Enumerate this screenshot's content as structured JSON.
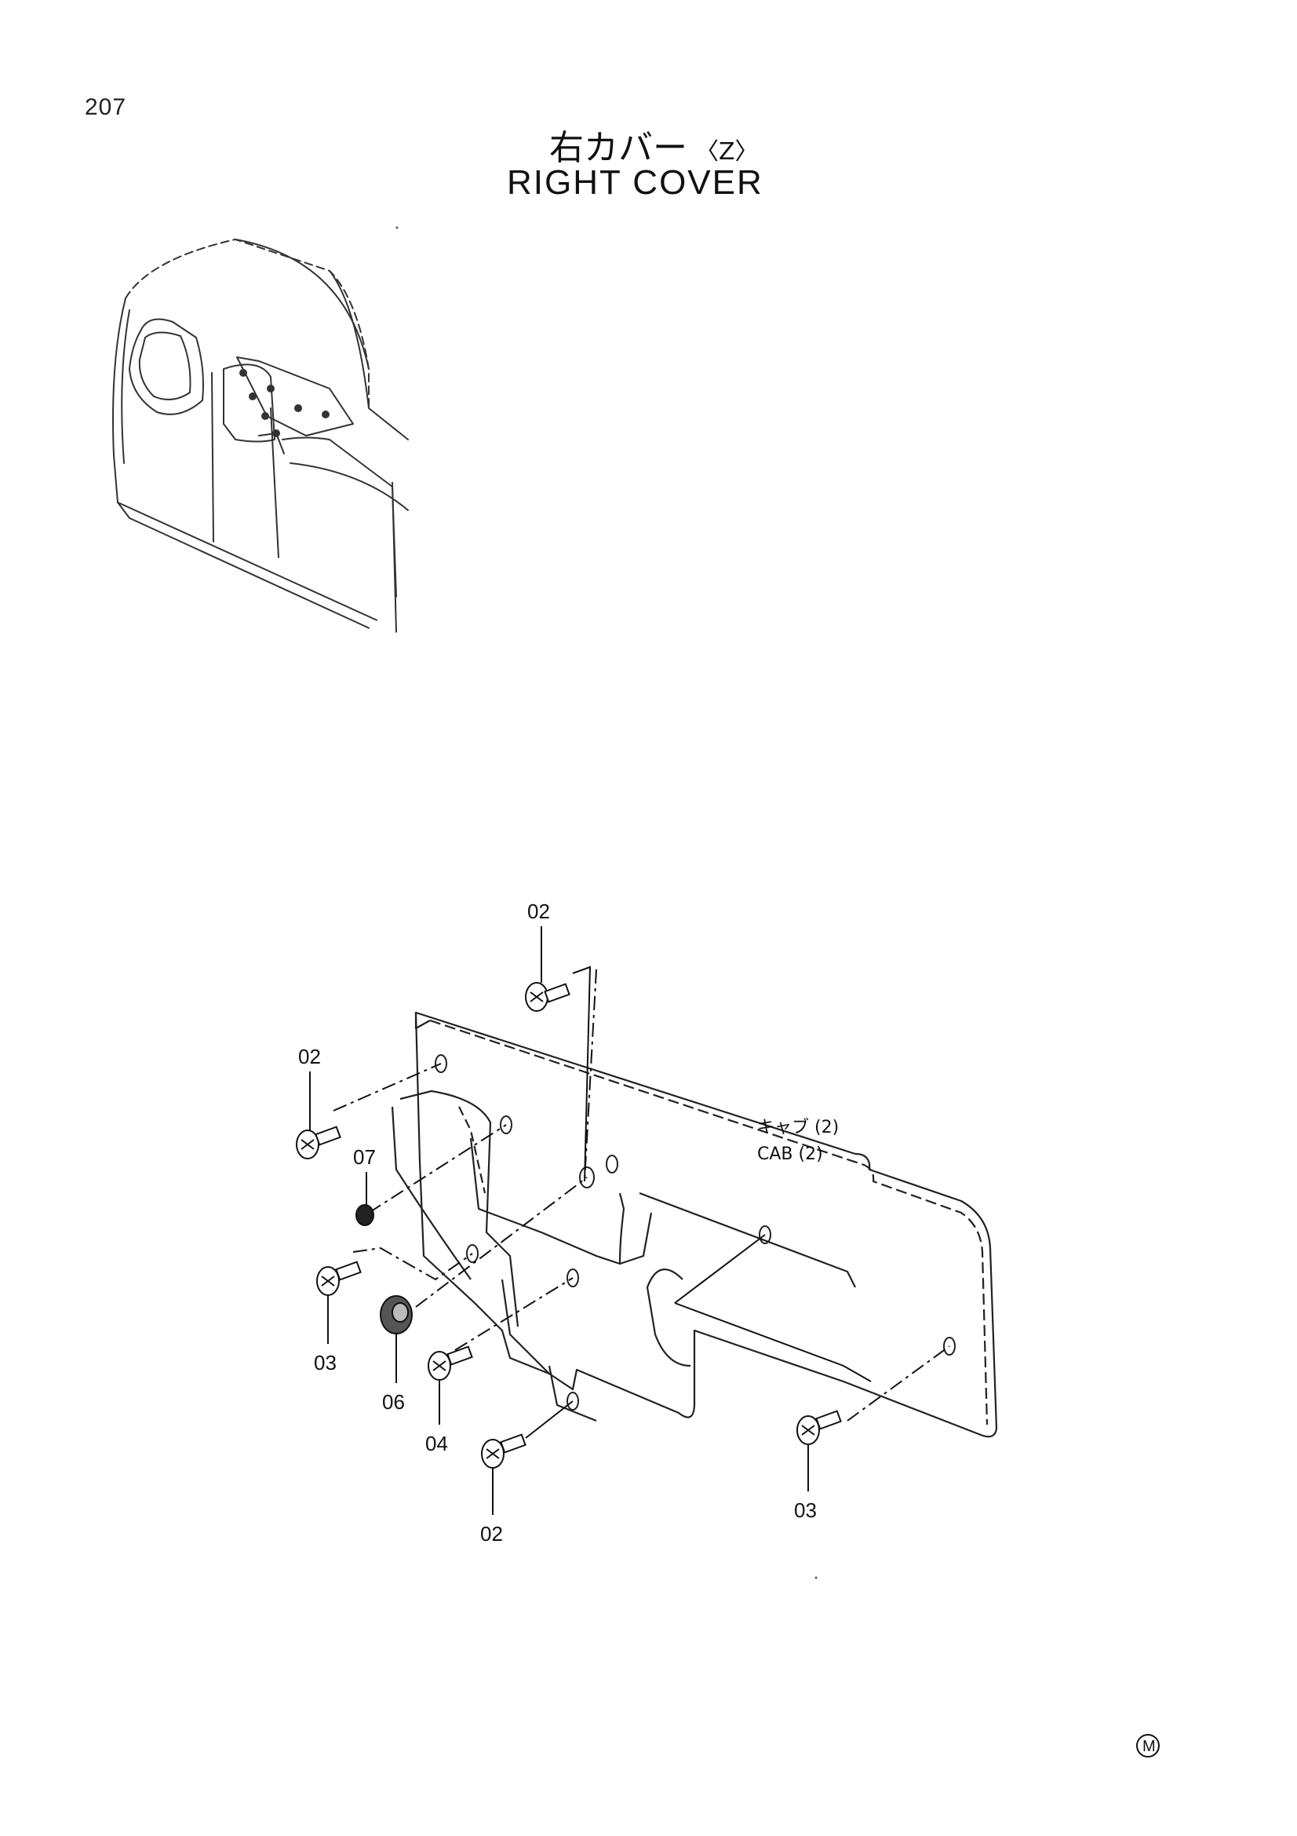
{
  "page": {
    "number": "207",
    "title_jp": "右カバー",
    "title_jp_variant": "〈Z〉",
    "title_en": "RIGHT COVER"
  },
  "callouts": {
    "c1": "02",
    "c2": "02",
    "c3": "07",
    "c4": "03",
    "c5": "06",
    "c6": "04",
    "c7": "02",
    "c8": "03"
  },
  "note": {
    "jp": "キャブ (2)",
    "en": "CAB (2)"
  },
  "footer": {
    "mark": "M"
  }
}
